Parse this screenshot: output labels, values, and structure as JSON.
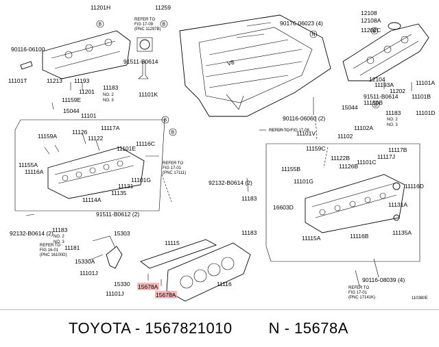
{
  "labels": {
    "l11201h": "11201H",
    "l11259": "11259",
    "l90176a": "90176-06023 (4)",
    "l12108": "12108",
    "l12108a": "12108A",
    "l11202c": "11202C",
    "l90116a": "90116-06100",
    "l11101t": "11101T",
    "l11213": "11213",
    "l11193": "11193",
    "l11201": "11201",
    "l91511a": "91511-B0614",
    "l11183a": "11183",
    "l11101k": "11101K",
    "l11159e": "11159E",
    "l15044a": "15044",
    "l11101": "11101",
    "l11159a": "11159A",
    "l11126": "11126",
    "l11122": "11122",
    "l11117a": "11117A",
    "l11101e": "11101E",
    "l11116c": "11116C",
    "l11155a": "11155A",
    "l11116a": "11116A",
    "l11131": "11131",
    "l11135": "11135",
    "l11101g": "11101G",
    "l11114a": "11114A",
    "l92132a": "92132-B0614 (2)",
    "l11183b": "11183",
    "l11181": "11181",
    "l91511b": "91511-B0612 (2)",
    "l15303": "15303",
    "l15330a": "15330A",
    "l11101j": "11101J",
    "l15330": "15330",
    "l11115": "11115",
    "l15678a_1": "15678A",
    "l15678a_2": "15678A",
    "l11116": "11116",
    "l12104": "12104",
    "l11193a": "11193A",
    "l11202": "11202",
    "l11101a": "11101A",
    "l91511c": "91511-B0614",
    "l15044b": "15044",
    "l11159b": "11159B",
    "l11101b": "11101B",
    "l11183c": "11183",
    "l90116b": "90116-06060 (2)",
    "l11102a": "11102A",
    "l11101v": "11101V",
    "l11102": "11102",
    "l11159c": "11159C",
    "l11155b": "11155B",
    "l11122b": "11122B",
    "l11126b": "11126B",
    "l11101g2": "11101G",
    "l11101c": "11101C",
    "l11117j": "11117J",
    "l11117b": "11117B",
    "l11116d": "11116D",
    "l92132b": "92132-B0614 (2)",
    "l11183d": "11183",
    "l16603d": "16603D",
    "l11131a": "11131A",
    "l11115a": "11115A",
    "l11116b": "11116B",
    "l11135a": "11135A",
    "l90116c": "90116-08039 (4)",
    "l11183e": "11183",
    "l11101d": "11101D",
    "code": "110380E"
  },
  "qty": {
    "n2a": "NO. 2",
    "n3a": "NO. 3",
    "n2b": "NO. 2",
    "n3b": "NO. 3",
    "n2c": "NO. 2",
    "n3c": "NO. 3"
  },
  "circles": {
    "b1": "B",
    "b2": "B",
    "b3": "B",
    "b4": "B",
    "n1": "N",
    "b5": "B",
    "b6": "B"
  },
  "refs": {
    "r1a": "REFER TO",
    "r1b": "FIG 17-09",
    "r1c": "(PNC 11297B)",
    "r2": "REFER TO FIG 17-08",
    "r3a": "REFER TO",
    "r3b": "FIG 17-01",
    "r3c": "(PNC 17111)",
    "r4a": "REFER TO",
    "r4b": "FIG 16-01",
    "r4c": "(PNC 16100G)",
    "r5a": "REFER TO",
    "r5b": "FIG 17-01",
    "r5c": "(PNC 17141K)"
  },
  "footer": {
    "brand": "TOYOTA",
    "sep1": "-",
    "part_number": "1567821010",
    "n": "N",
    "sep2": "-",
    "code": "15678A"
  },
  "colors": {
    "highlight": "#f3a0a0"
  }
}
